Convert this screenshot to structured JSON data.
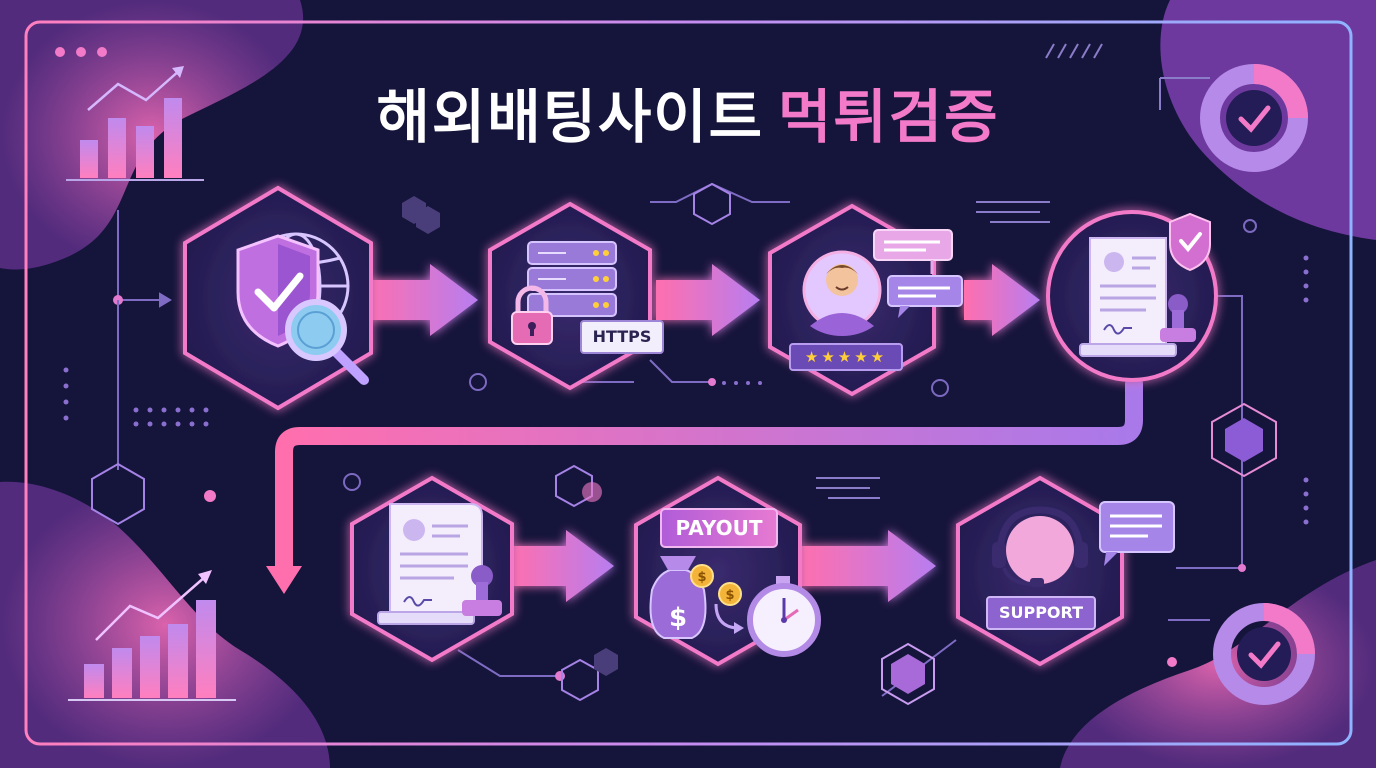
{
  "title": {
    "part1": "해외배팅사이트",
    "part2": "먹튀검증"
  },
  "steps": [
    {
      "name": "domain-check",
      "icon": "shield-globe-magnifier-icon"
    },
    {
      "name": "server-security",
      "icon": "server-lock-icon",
      "tag": "HTTPS"
    },
    {
      "name": "user-reviews",
      "icon": "user-review-chat-icon",
      "stars": "★★★★★"
    },
    {
      "name": "license-verification",
      "icon": "document-shield-icon"
    },
    {
      "name": "terms-review",
      "icon": "contract-stamp-icon"
    },
    {
      "name": "payout-speed",
      "icon": "moneybag-stopwatch-icon",
      "tag": "PAYOUT"
    },
    {
      "name": "customer-support",
      "icon": "headset-support-icon",
      "tag": "SUPPORT"
    }
  ],
  "colors": {
    "background": "#15143a",
    "accent_pink": "#f27ac8",
    "accent_purple": "#a77be8",
    "frame": "#e68bd6"
  }
}
